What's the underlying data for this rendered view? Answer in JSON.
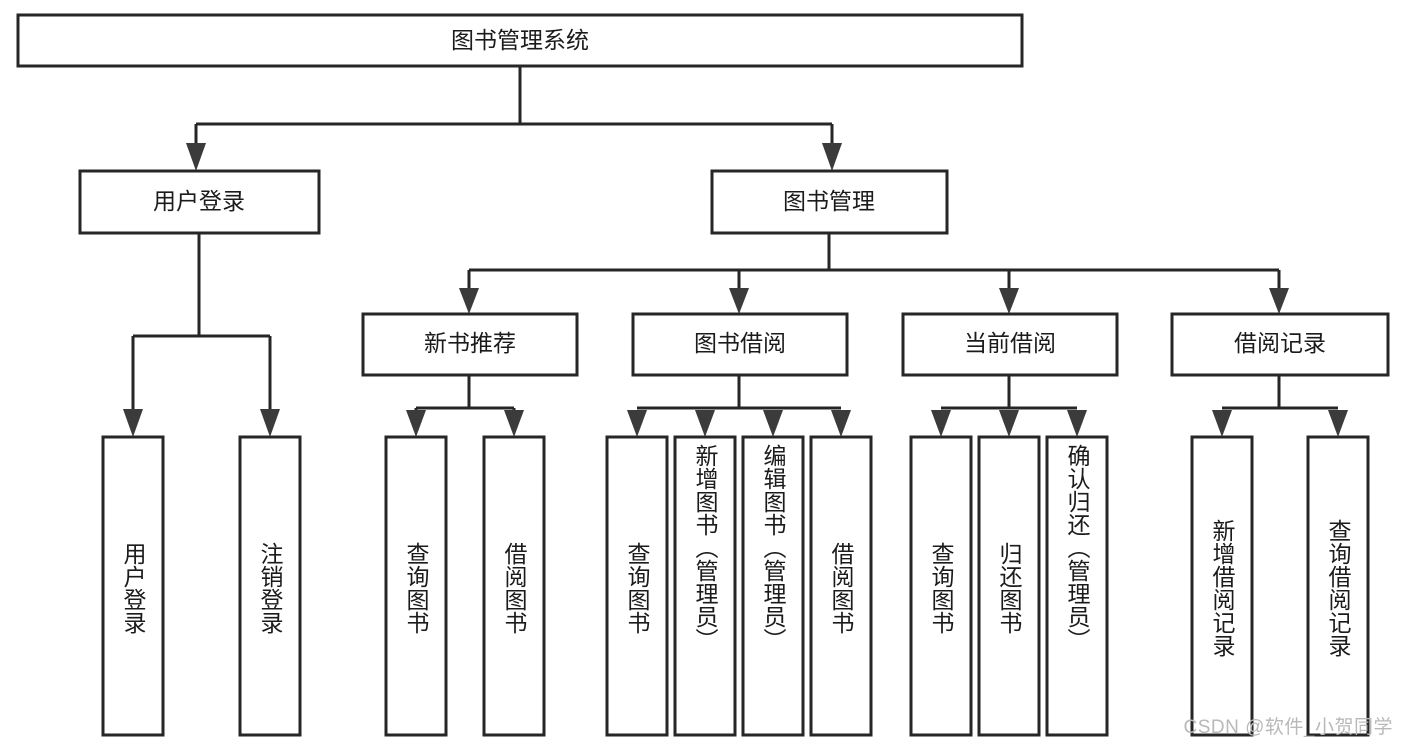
{
  "diagram": {
    "type": "tree",
    "title": "图书管理系统",
    "watermark": "CSDN @软件_小贺同学",
    "colors": {
      "box_stroke": "#262626",
      "box_fill": "#ffffff",
      "line": "#262626",
      "text": "#1b1b1b",
      "watermark": "#b9b9b9"
    },
    "root": {
      "label": "图书管理系统"
    },
    "level2": [
      {
        "label": "用户登录"
      },
      {
        "label": "图书管理"
      }
    ],
    "level3": [
      {
        "label": "新书推荐"
      },
      {
        "label": "图书借阅"
      },
      {
        "label": "当前借阅"
      },
      {
        "label": "借阅记录"
      }
    ],
    "leaves": {
      "user_login": [
        {
          "label": "用户登录"
        },
        {
          "label": "注销登录"
        }
      ],
      "new_book": [
        {
          "label": "查询图书"
        },
        {
          "label": "借阅图书"
        }
      ],
      "book_borrow": [
        {
          "label": "查询图书"
        },
        {
          "label": "新增图书（管理员）"
        },
        {
          "label": "编辑图书（管理员）"
        },
        {
          "label": "借阅图书"
        }
      ],
      "current_borrow": [
        {
          "label": "查询图书"
        },
        {
          "label": "归还图书"
        },
        {
          "label": "确认归还（管理员）"
        }
      ],
      "borrow_record": [
        {
          "label": "新增借阅记录"
        },
        {
          "label": "查询借阅记录"
        }
      ]
    }
  }
}
